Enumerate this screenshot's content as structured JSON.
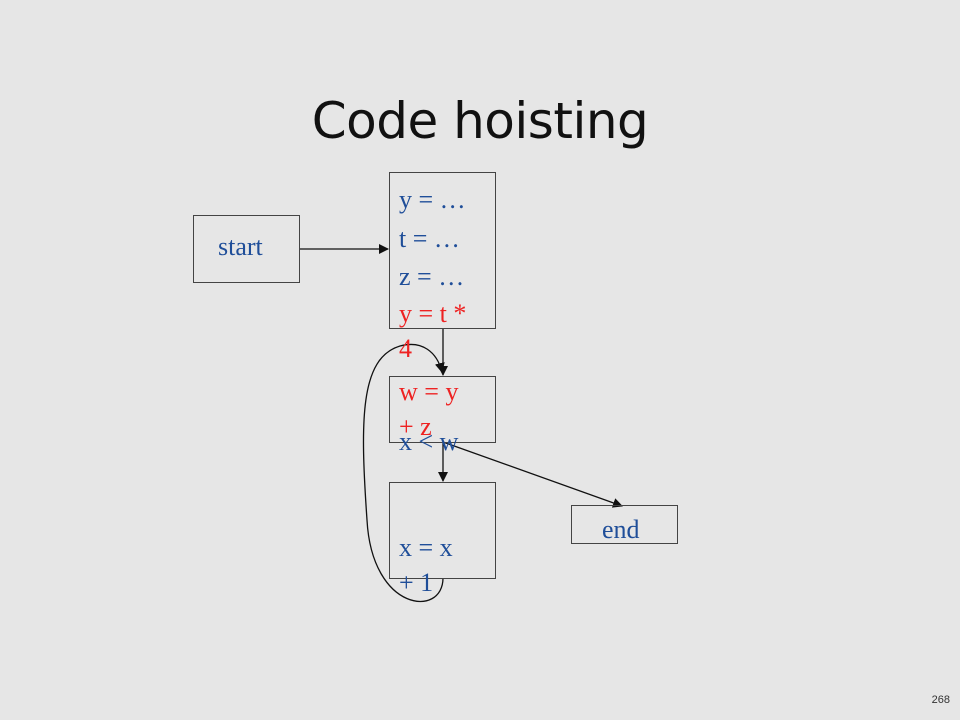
{
  "slide": {
    "title": "Code hoisting",
    "number": "268"
  },
  "diagram": {
    "start": {
      "label": "start"
    },
    "block1": {
      "lines": [
        {
          "text": "y = …",
          "color": "#1f4e99"
        },
        {
          "text": "t = …",
          "color": "#1f4e99"
        },
        {
          "text": "z = …",
          "color": "#1f4e99"
        },
        {
          "text": "y = t *",
          "color": "#ee2222"
        },
        {
          "text": "4",
          "color": "#ee2222"
        }
      ]
    },
    "block2": {
      "lines": [
        {
          "text": "w = y",
          "color": "#ee2222"
        },
        {
          "text": "+ z",
          "color": "#ee2222"
        },
        {
          "text": "x < w",
          "color": "#1f4e99"
        }
      ]
    },
    "block3": {
      "lines": [
        {
          "text": "x = x",
          "color": "#1f4e99"
        },
        {
          "text": "+ 1",
          "color": "#1f4e99"
        }
      ]
    },
    "end": {
      "label": "end"
    }
  }
}
